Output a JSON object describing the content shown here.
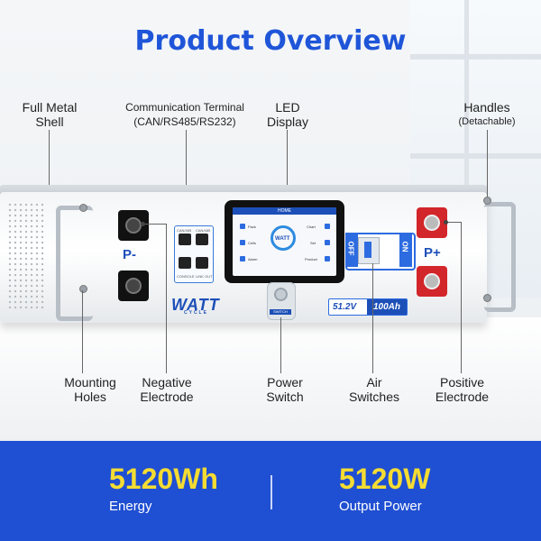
{
  "title": "Product Overview",
  "callouts": {
    "full_metal_shell": [
      "Full  Metal",
      "Shell"
    ],
    "communication_terminal": [
      "Communication Terminal",
      "(CAN/RS485/RS232)"
    ],
    "led_display": [
      "LED",
      "Display"
    ],
    "handles": "Handles",
    "handles_sub": "(Detachable)",
    "mounting_holes": [
      "Mounting",
      "Holes"
    ],
    "negative_electrode": [
      "Negative",
      "Electrode"
    ],
    "power_switch": [
      "Power",
      "Switch"
    ],
    "air_switches": [
      "Air",
      "Switches"
    ],
    "positive_electrode": [
      "Positive",
      "Electrode"
    ]
  },
  "device": {
    "negative_mark": "P-",
    "positive_mark": "P+",
    "screen_header": "HOME",
    "screen_items": [
      "Pack",
      "Cells",
      "Alarm",
      "Chart",
      "Set",
      "Product"
    ],
    "screen_logo": "WATT",
    "switch_label": "SWITCH",
    "air_off": "OFF",
    "air_on": "ON",
    "voltage": "51.2V",
    "capacity": "100Ah",
    "logo": "WATT",
    "logo_sub": "CYCLE",
    "port_labels": [
      "CAN/485",
      "CAN/485",
      "CONSOLE",
      "LINK OUT"
    ]
  },
  "stats": [
    {
      "value": "5120Wh",
      "label": "Energy"
    },
    {
      "value": "5120W",
      "label": "Output Power"
    }
  ],
  "colors": {
    "accent": "#1f55d8",
    "band": "#1f4fd2",
    "stat_value": "#f5dc32",
    "positive": "#d2262a"
  }
}
